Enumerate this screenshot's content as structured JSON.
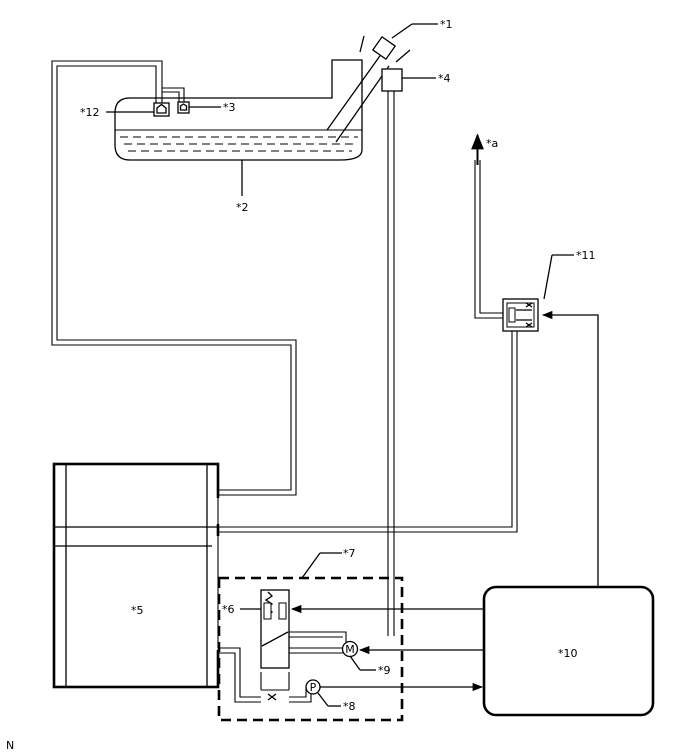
{
  "callouts": {
    "c1": "*1",
    "c2": "*2",
    "c3": "*3",
    "c4": "*4",
    "c5": "*5",
    "c6": "*6",
    "c7": "*7",
    "c8": "*8",
    "c9": "*9",
    "c10": "*10",
    "c11": "*11",
    "c12": "*12",
    "ca": "*a"
  },
  "symbols": {
    "motor": "M",
    "pump": "P"
  },
  "footer_code": "N"
}
